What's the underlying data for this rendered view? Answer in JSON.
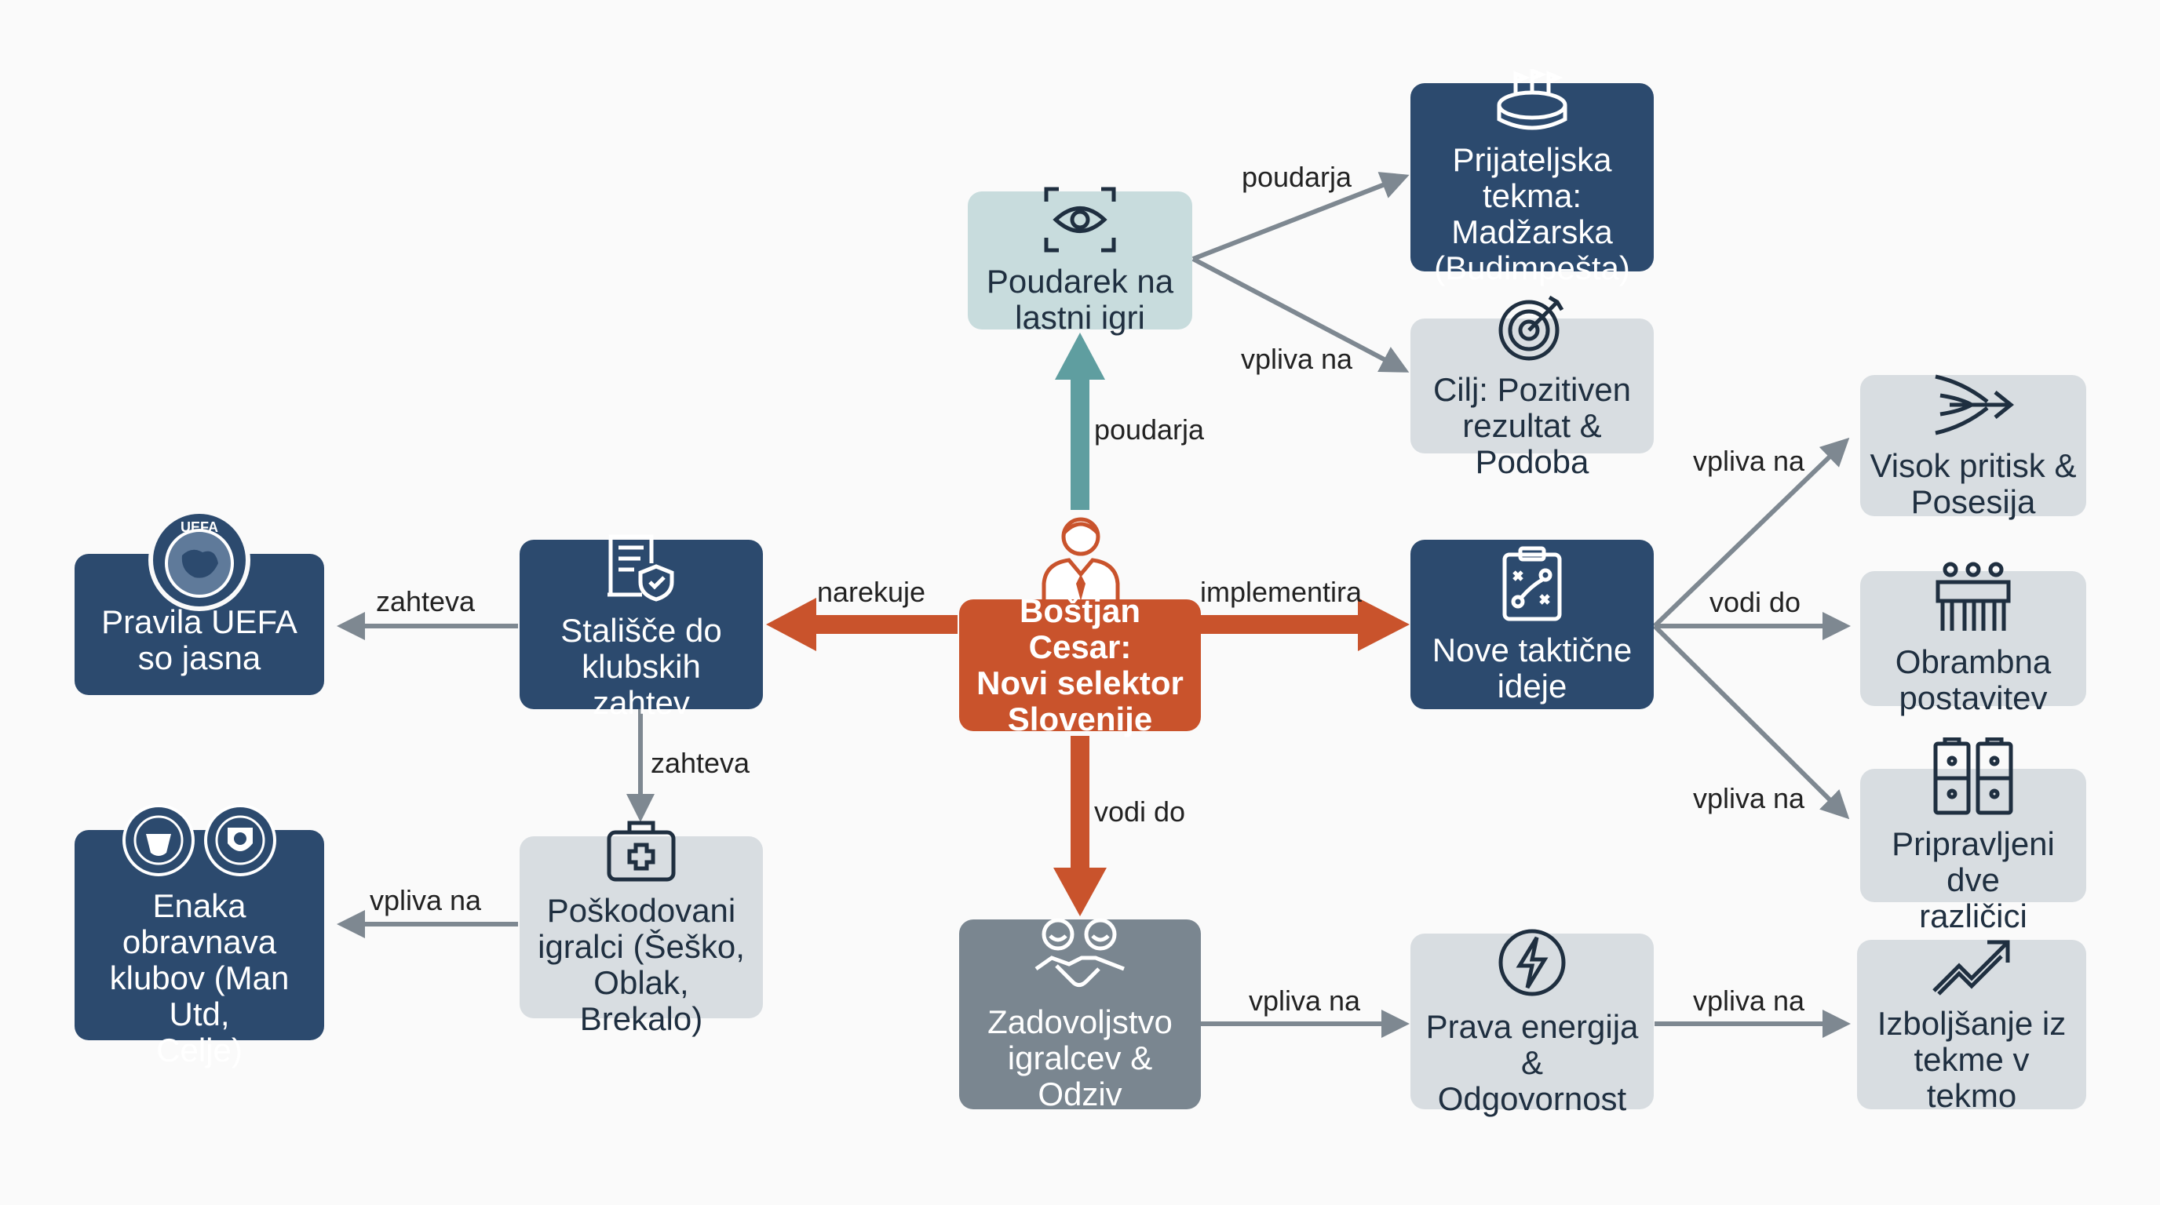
{
  "colors": {
    "dark": "#2c4a6e",
    "light": "#d8dde1",
    "teal": "#c8dcdd",
    "gray": "#7a8690",
    "orange": "#c9532c",
    "edge_gray": "#7e8891",
    "edge_teal": "#5f9ea0",
    "edge_orange": "#c9532c"
  },
  "nodes": {
    "center": {
      "label": "Boštjan Cesar:\nNovi selektor\nSlovenije",
      "icon": "person-suit-icon"
    },
    "focus": {
      "label": "Poudarek na\nlastni igri",
      "icon": "eye-focus-icon"
    },
    "friendly": {
      "label": "Prijateljska tekma:\nMadžarska\n(Budimpešta)",
      "icon": "stadium-icon"
    },
    "goal": {
      "label": "Cilj: Pozitiven\nrezultat & Podoba",
      "icon": "target-icon"
    },
    "stance": {
      "label": "Stališče do\nklubskih zahtev",
      "icon": "document-shield-icon"
    },
    "uefa": {
      "label": "Pravila UEFA\nso jasna",
      "icon": "uefa-logo-icon"
    },
    "injured": {
      "label": "Poškodovani\nigralci (Šeško,\nOblak, Brekalo)",
      "icon": "medical-kit-icon"
    },
    "clubs": {
      "label": "Enaka obravnava\nklubov (Man Utd,\nCelje)",
      "icon": "club-crests-icon"
    },
    "tactics": {
      "label": "Nove taktične\nideje",
      "icon": "tactics-board-icon"
    },
    "pressing": {
      "label": "Visok pritisk &\nPosesija",
      "icon": "forward-arrows-icon"
    },
    "defense": {
      "label": "Obrambna\npostavitev",
      "icon": "defensive-wall-icon"
    },
    "two_systems": {
      "label": "Pripravljeni dve\nrazličici",
      "icon": "two-pitches-icon"
    },
    "satisfaction": {
      "label": "Zadovoljstvo\nigralcev & Odziv",
      "icon": "handshake-icon"
    },
    "energy": {
      "label": "Prava energija &\nOdgovornost",
      "icon": "lightning-icon"
    },
    "improve": {
      "label": "Izboljšanje iz\ntekme v tekmo",
      "icon": "trend-up-icon"
    }
  },
  "edges": {
    "center_focus": "poudarja",
    "focus_friendly": "poudarja",
    "focus_goal": "vpliva na",
    "center_stance": "narekuje",
    "stance_uefa": "zahteva",
    "stance_injured": "zahteva",
    "injured_clubs": "vpliva na",
    "center_tactics": "implementira",
    "tactics_pressing": "vpliva na",
    "tactics_defense": "vodi do",
    "tactics_two": "vpliva na",
    "center_satisfaction": "vodi do",
    "satisfaction_energy": "vpliva na",
    "energy_improve": "vpliva na"
  }
}
